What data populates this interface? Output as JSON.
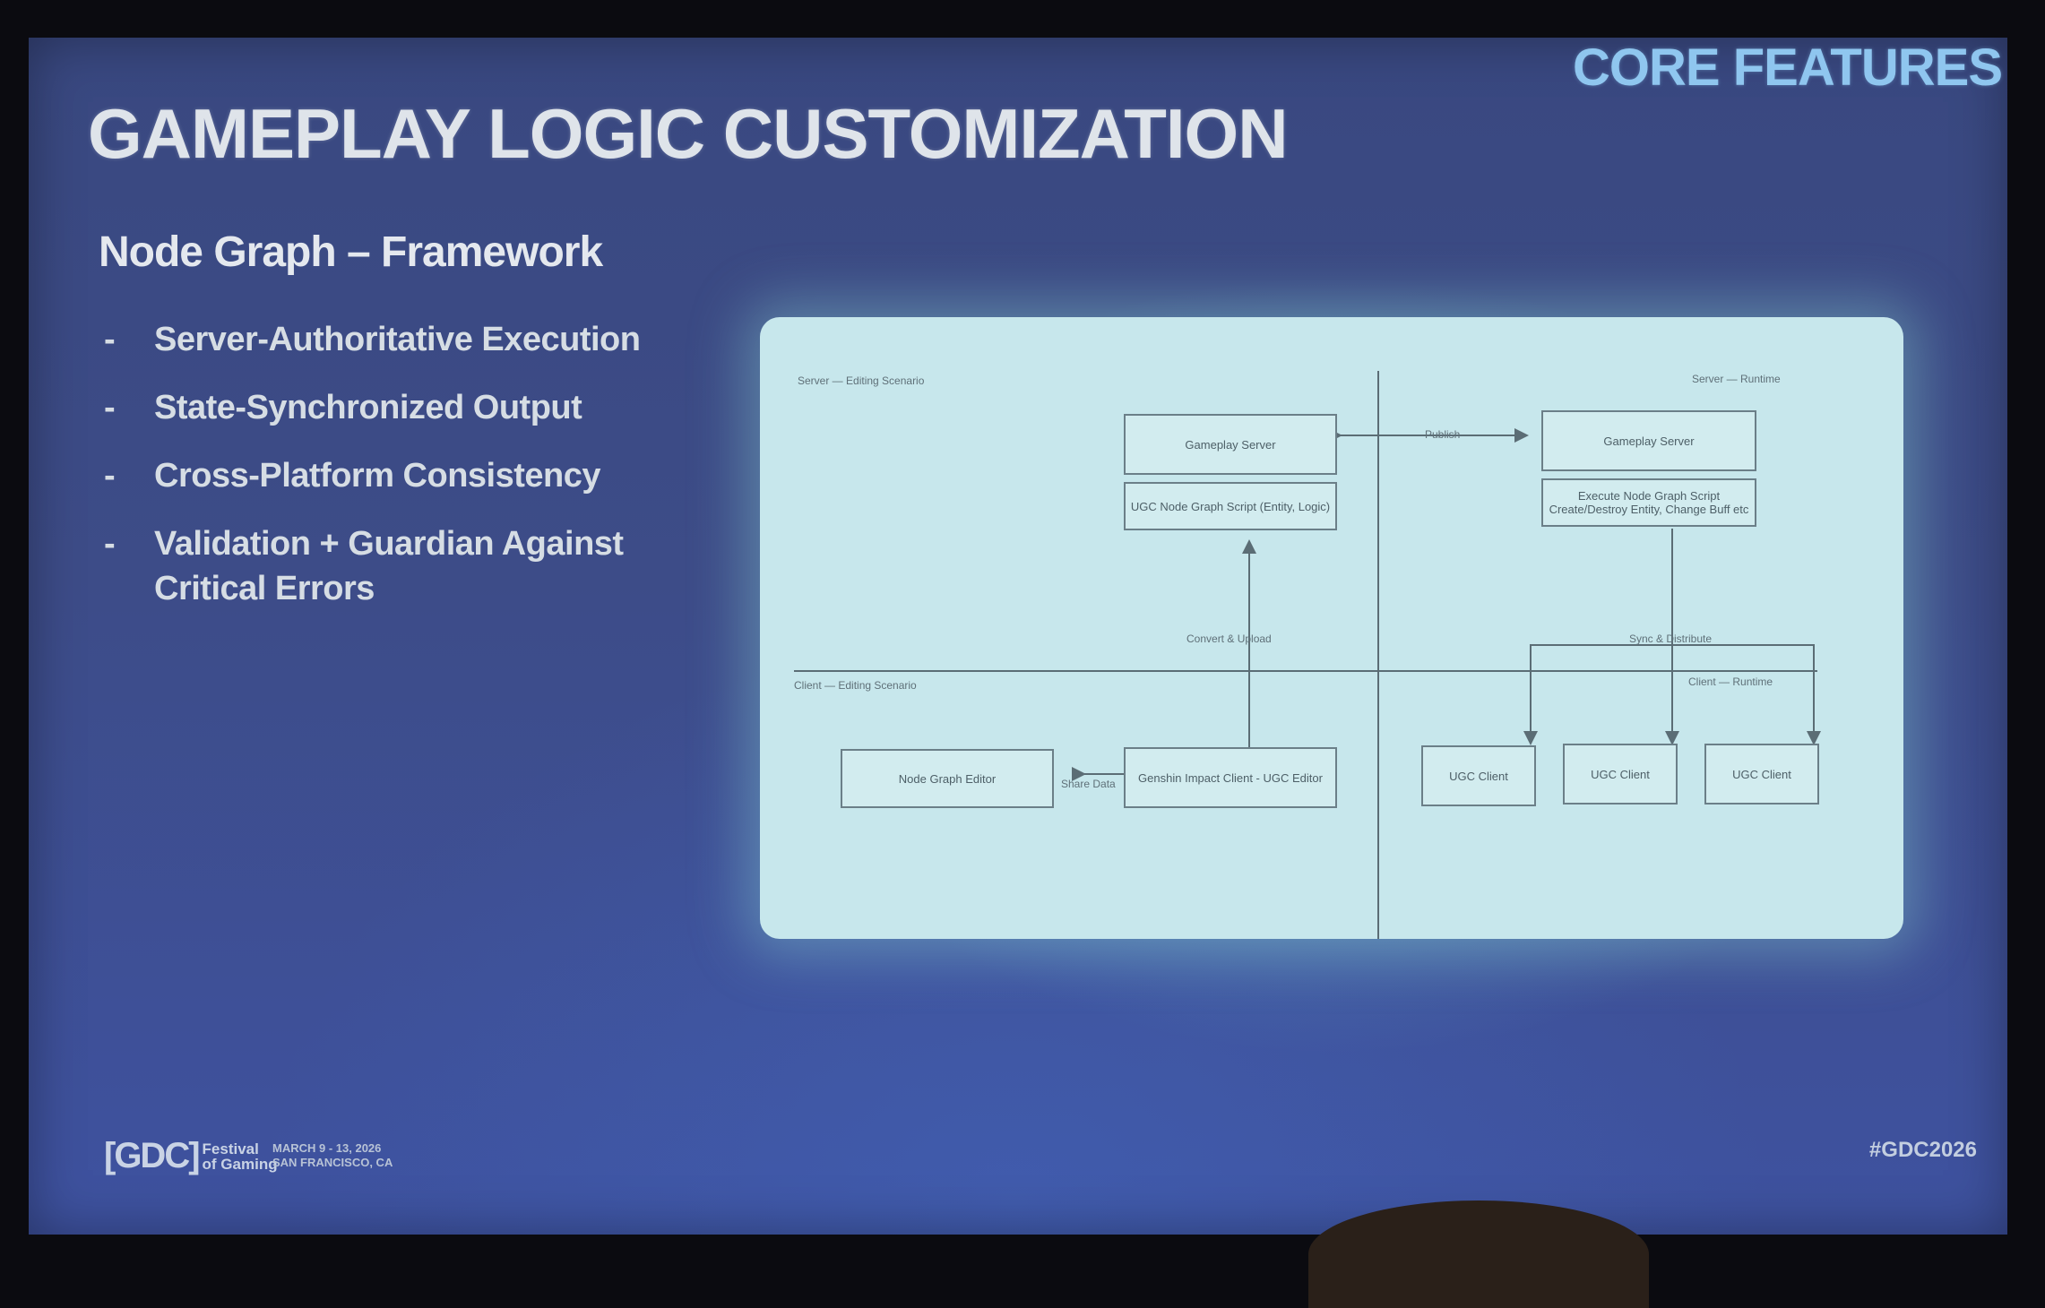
{
  "slide": {
    "title": "GAMEPLAY LOGIC CUSTOMIZATION",
    "section_tag": "CORE FEATURES",
    "subtitle": "Node Graph –  Framework",
    "bullets": [
      {
        "dash": "-",
        "text": "Server-Authoritative Execution"
      },
      {
        "dash": "-",
        "text": "State-Synchronized Output"
      },
      {
        "dash": "-",
        "text": "Cross-Platform Consistency"
      },
      {
        "dash": "-",
        "text": "Validation + Guardian Against Critical Errors"
      }
    ]
  },
  "diagram": {
    "quadrant_labels": {
      "server_editing": "Server — Editing Scenario",
      "server_runtime": "Server — Runtime",
      "client_editing": "Client — Editing Scenario",
      "client_runtime": "Client — Runtime"
    },
    "boxes": {
      "gameplay_server_left": "Gameplay Server",
      "ugc_script": "UGC Node Graph Script (Entity, Logic)",
      "gameplay_server_right": "Gameplay Server",
      "execute_script": "Execute Node Graph Script Create/Destroy Entity, Change Buff etc",
      "node_graph_editor": "Node Graph Editor",
      "impact_client": "Genshin Impact Client - UGC Editor",
      "ugc_client_1": "UGC Client",
      "ugc_client_2": "UGC Client",
      "ugc_client_3": "UGC Client"
    },
    "edge_labels": {
      "publish": "Publish",
      "convert_upload": "Convert & Upload",
      "sync_distribute": "Sync & Distribute",
      "share_data": "Share Data"
    }
  },
  "footer": {
    "logo_mark": "[GDC]",
    "logo_line1": "Festival",
    "logo_line2": "of Gaming",
    "dates": "MARCH 9 - 13, 2026",
    "location": "SAN FRANCISCO, CA",
    "hashtag": "#GDC2026"
  }
}
